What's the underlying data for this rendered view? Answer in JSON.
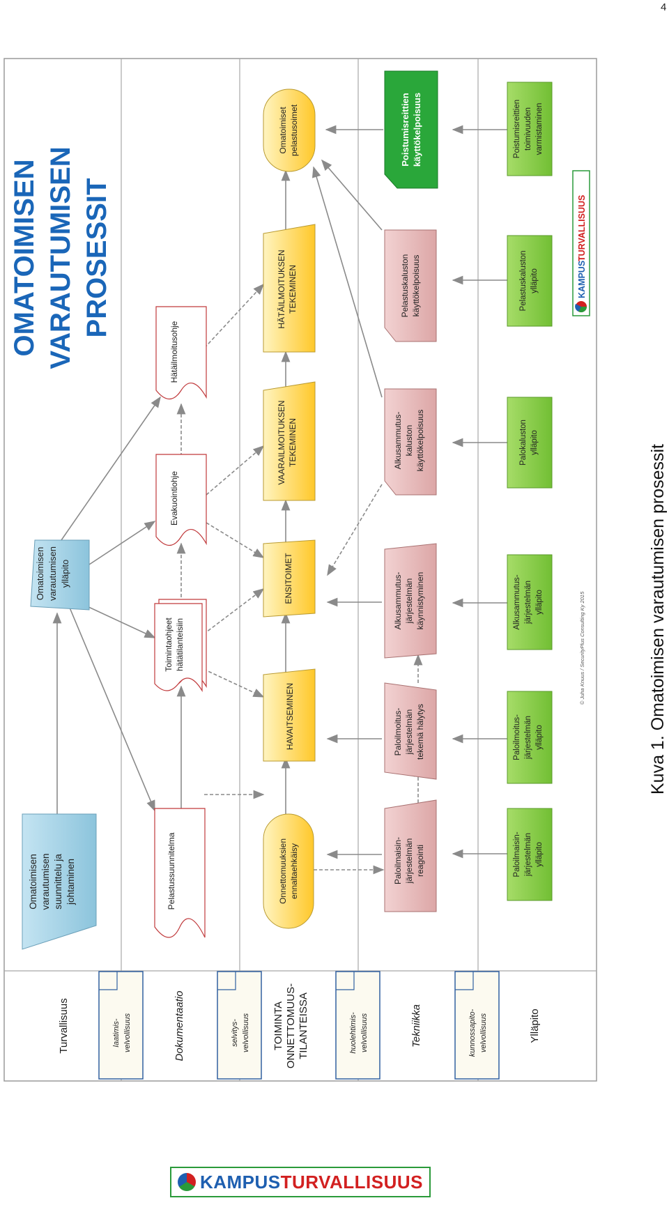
{
  "page_number": "4",
  "caption": "Kuva 1. Omatoimisen varautumisen prosessit",
  "title_lines": [
    "OMATOIMISEN",
    "VARAUTUMISEN",
    "PROSESSIT"
  ],
  "copyright": "© Juha Knuus / SecurityPlus Consulting Ky 2015",
  "logo": {
    "part1": "KAMPUS",
    "part2": "TURVALLISUUS"
  },
  "lanes": [
    {
      "label": "Turvallisuus",
      "italic": false
    },
    {
      "label": "Dokumentaatio",
      "italic": true
    },
    {
      "label": "TOIMINTA ONNETTOMUUS-TILANTEISSA",
      "italic": false
    },
    {
      "label": "Tekniikka",
      "italic": true
    },
    {
      "label": "Ylläpito",
      "italic": false
    }
  ],
  "duty_notes": [
    "laatimis-velvollisuus",
    "selvitys-velvollisuus",
    "huolehtimis-velvollisuus",
    "kunnossapito-velvollisuus"
  ],
  "nodes": {
    "suunnittelu": "Omatoimisen varautumisen suunnittelu ja johtaminen",
    "yllapito_top": "Omatoimisen varautumisen ylläpito",
    "pelastussuunnitelma": "Pelastussuunnitelma",
    "toimintaohjeet": "Toimintaohjeet hätätilanteisiin",
    "evakuointiohje": "Evakuointiohje",
    "hatailmoitusohje": "Hätäilmoitusohje",
    "ennaltaehkaisy": "Onnettomuuksien ennaltaehkäisy",
    "havaitseminen": "HAVAITSEMINEN",
    "ensitoimet": "ENSITOIMET",
    "vaarailmoitus": "VAARAILMOITUKSEN TEKEMINEN",
    "hatailmoitus": "HÄTÄILMOITUKSEN TEKEMINEN",
    "pelastusoimet": "Omatoimiset pelastusoimet",
    "paloilmaisin_reag": "Paloilmaisin-järjestelmän reagointi",
    "paloilmoitus_halytys": "Paloilmoitus-järjestelmän tekemä hälytys",
    "alkusammutus_kaynn": "Alkusammutus-järjestelmän käynnistyminen",
    "alkusammutus_kaluston": "Alkusammutus-kaluston käyttökelpoisuus",
    "pelastuskalusto_kk": "Pelastuskaluston käyttökelpoisuus",
    "poistumisreitit_kk": "Poistumisreittien käyttökelpoisuus",
    "y_paloilmaisin": "Paloilmaisin-järjestelmän ylläpito",
    "y_paloilmoitus": "Paloilmoitus-järjestelmän ylläpito",
    "y_alkusammutus": "Alkusammutus-järjestelmän ylläpito",
    "y_palokalusto": "Palokaluston ylläpito",
    "y_pelastuskalusto": "Pelastuskaluston ylläpito",
    "y_poistumis": "Poistumisreittien toimivuuden varmistaminen"
  },
  "colors": {
    "blue_fill": "#a9d3e6",
    "yellow_fill": "#ffd24a",
    "pink_fill": "#e9bcbc",
    "green_fill": "#8fd14f",
    "dark_green": "#27a536",
    "title_blue": "#1a66b8",
    "doc_border": "#c0393b"
  }
}
